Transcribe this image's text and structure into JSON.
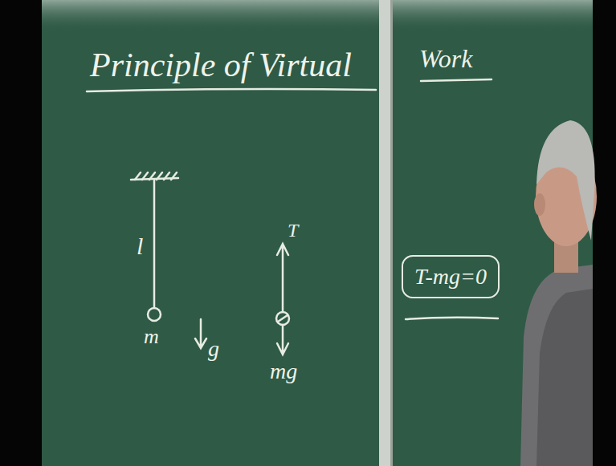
{
  "diagram": {
    "title": "Principle of Virtual",
    "nodes": [
      {
        "text": [
          "T-mg=0"
        ]
      }
    ],
    "labels": [
      "Work",
      "l",
      "m",
      "g",
      "T",
      "mg"
    ]
  }
}
